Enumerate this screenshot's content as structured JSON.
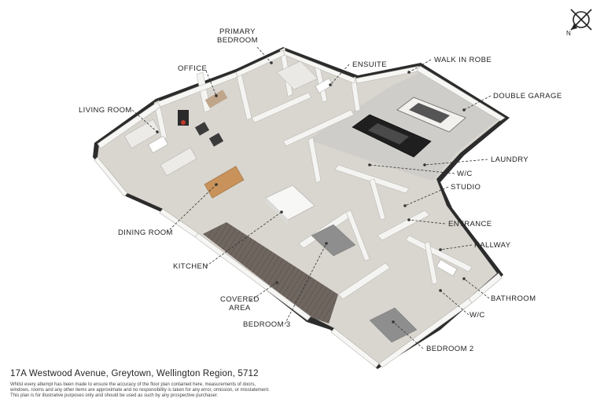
{
  "rooms": {
    "primary_bedroom": "PRIMARY\nBEDROOM",
    "office": "OFFICE",
    "ensuite": "ENSUITE",
    "walk_in_robe": "WALK IN ROBE",
    "double_garage": "DOUBLE GARAGE",
    "living_room": "LIVING ROOM",
    "laundry": "LAUNDRY",
    "wc_top": "W/C",
    "studio": "STUDIO",
    "entrance": "ENTRANCE",
    "dining_room": "DINING ROOM",
    "hallway": "HALLWAY",
    "kitchen": "KITCHEN",
    "covered_area": "COVERED\nAREA",
    "bathroom": "BATHROOM",
    "bedroom_3": "BEDROOM 3",
    "wc_bottom": "W/C",
    "bedroom_2": "BEDROOM 2"
  },
  "compass": {
    "label": "N"
  },
  "address": "17A Westwood Avenue, Greytown, Wellington Region, 5712",
  "disclaimer": [
    "Whilst every attempt has been made to ensure the accuracy of the floor plan contained here, measurements of doors,",
    "windows, rooms and any other items are approximate and no responsibility is taken for any error, omission, or misstatement.",
    "This plan is for illustrative purposes only and should be used as such by any prospective purchaser."
  ],
  "colors": {
    "floor": "#d9d5cf",
    "wall": "#f4f4f2",
    "wall_dark": "#2c2c2c",
    "deck": "#6f6660",
    "garage_floor": "#cfcdc9",
    "dining_table": "#c8925a"
  }
}
